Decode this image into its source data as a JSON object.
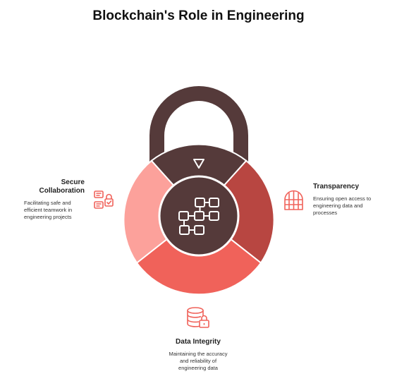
{
  "title": "Blockchain's Role in Engineering",
  "colors": {
    "lock_dark": "#553A3A",
    "transparency": "#B84641",
    "integrity": "#F0625A",
    "collaboration": "#FCA19B",
    "icon_accent": "#F0625A",
    "text": "#222222"
  },
  "sections": {
    "collaboration": {
      "title": "Secure Collaboration",
      "description": "Facilitating safe and efficient teamwork in engineering projects",
      "icon": "secure-devices-icon"
    },
    "transparency": {
      "title": "Transparency",
      "description": "Ensuring open access to engineering data and processes",
      "icon": "window-icon"
    },
    "integrity": {
      "title": "Data Integrity",
      "description": "Maintaining the accuracy and reliability of engineering data",
      "icon": "locked-database-icon"
    }
  },
  "center_icon": "blockchain-blocks-icon",
  "top_icon": "triangle-down-icon"
}
